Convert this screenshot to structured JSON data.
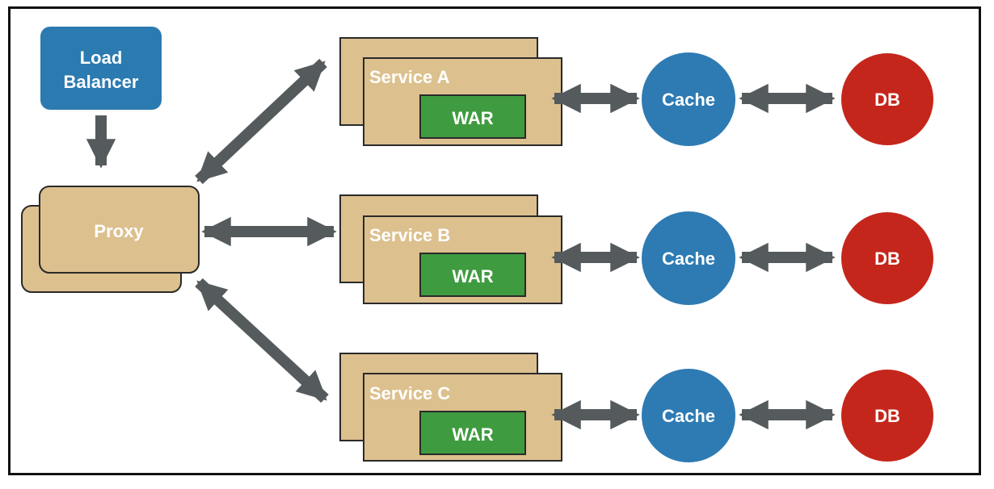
{
  "diagram": {
    "load_balancer": {
      "line1": "Load",
      "line2": "Balancer"
    },
    "proxy": {
      "label": "Proxy"
    },
    "services": [
      {
        "label": "Service A",
        "artifact": "WAR",
        "cache": "Cache",
        "db": "DB"
      },
      {
        "label": "Service B",
        "artifact": "WAR",
        "cache": "Cache",
        "db": "DB"
      },
      {
        "label": "Service C",
        "artifact": "WAR",
        "cache": "Cache",
        "db": "DB"
      }
    ]
  },
  "colors": {
    "load_balancer": "#2b7bb0",
    "service_fill": "#dcc08e",
    "war": "#3f9b3f",
    "cache": "#2e7bb3",
    "db": "#c5261c",
    "arrow": "#555a5d",
    "outline": "#2a2a2a"
  }
}
